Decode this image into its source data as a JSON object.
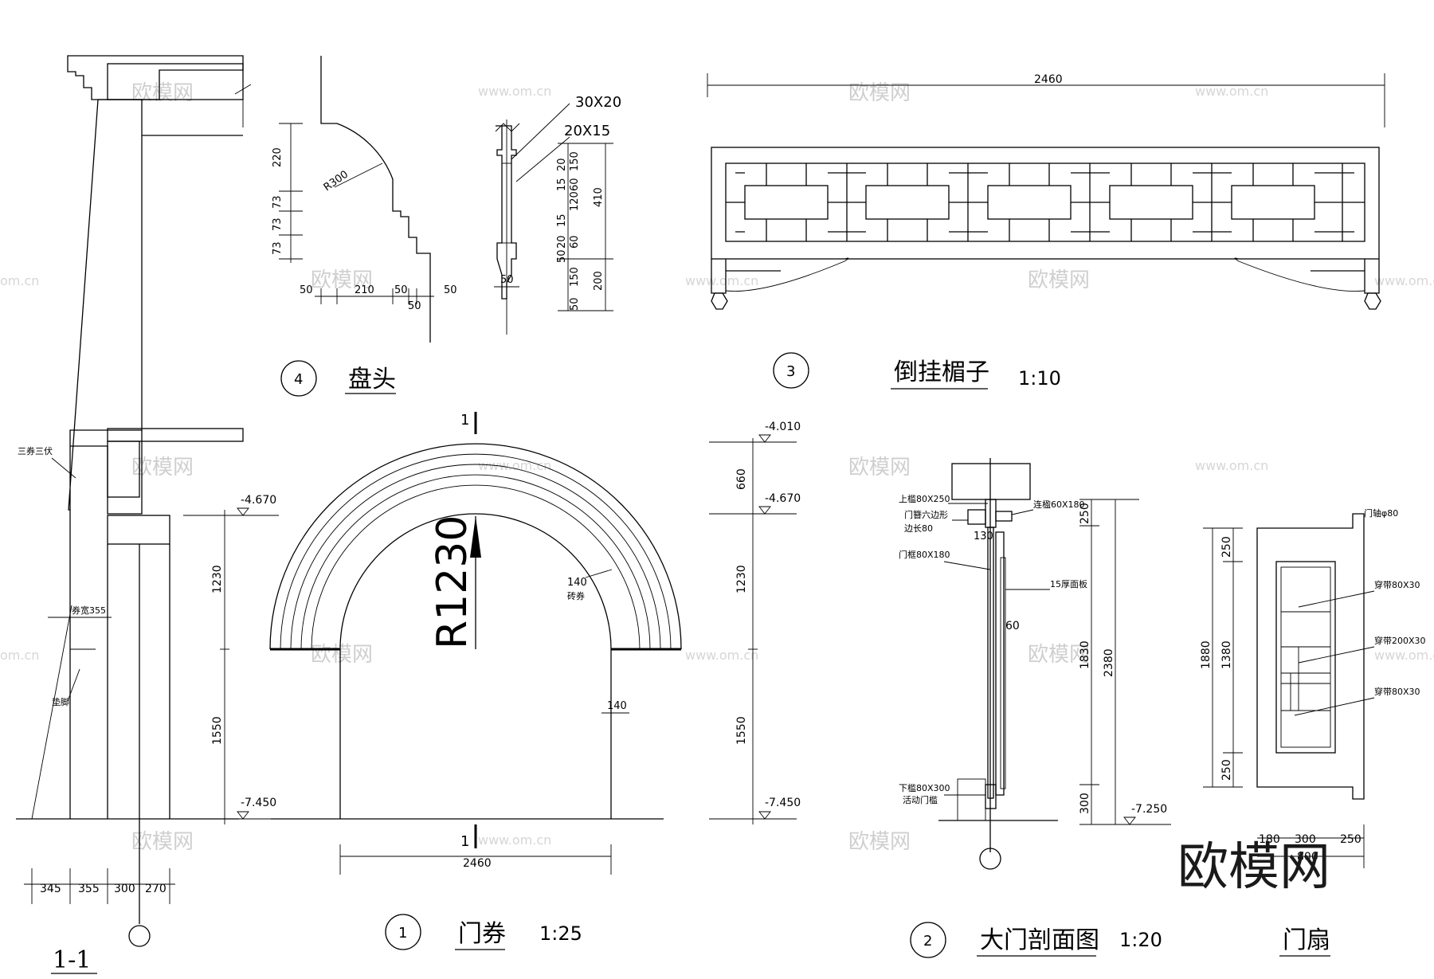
{
  "section_1_1": {
    "label": "1-1",
    "label_three_three": "三券三伏",
    "label_arch_width": "券宽355",
    "label_base": "垫脚",
    "dims_bottom": [
      "345",
      "355",
      "300",
      "270"
    ],
    "dims_vertical": [
      "1230",
      "1550"
    ],
    "levels": [
      "-4.670",
      "-7.450"
    ]
  },
  "detail_4": {
    "number": "4",
    "title": "盘头",
    "radius": "R300",
    "dims_vertical": [
      "220",
      "73",
      "73",
      "73"
    ],
    "dims_bottom": [
      "50",
      "210",
      "50",
      "50",
      "50"
    ],
    "section_labels": [
      "30X20",
      "20X15"
    ],
    "section_dim_small": "50",
    "section_dims_stack": [
      "20",
      "150",
      "15",
      "60",
      "120",
      "15",
      "20",
      "60",
      "50",
      "150",
      "50"
    ],
    "section_dims_outer": [
      "410",
      "200"
    ]
  },
  "detail_3": {
    "number": "3",
    "title": "倒挂楣子",
    "scale": "1:10",
    "width_dim": "2460"
  },
  "detail_1": {
    "number": "1",
    "title": "门券",
    "scale": "1:25",
    "radius": "R1230",
    "section_mark": "1",
    "dim_140_arch": "140",
    "label_brick_arch": "砖券",
    "dim_140_wall": "140",
    "width_dim": "2460",
    "levels": [
      "-4.010",
      "-4.670",
      "-7.450"
    ],
    "dims_vertical": [
      "660",
      "1230",
      "1550"
    ]
  },
  "detail_2": {
    "number": "2",
    "title": "大门剖面图",
    "scale": "1:20",
    "labels": [
      "上槛80X250",
      "门簪六边形",
      "边长80",
      "门框80X180",
      "下槛80X300",
      "活动门槛",
      "连楹60X180",
      "15厚面板"
    ],
    "dim_130": "130",
    "dim_60": "60",
    "dims_vertical": [
      "250",
      "1830",
      "300"
    ],
    "dim_total": "2380",
    "level": "-7.250"
  },
  "door_leaf": {
    "title": "门扇",
    "labels": [
      "门轴φ80",
      "穿带80X30",
      "穿带200X30",
      "穿带80X30"
    ],
    "dims_vertical": [
      "250",
      "1380",
      "250"
    ],
    "dim_total": "1880",
    "dims_bottom": [
      "180",
      "300",
      "250"
    ],
    "dim_bottom_total": "800"
  },
  "watermark": {
    "logo": "欧模网",
    "site": "www.om.cn",
    "domain_fragment": "om.cn"
  }
}
